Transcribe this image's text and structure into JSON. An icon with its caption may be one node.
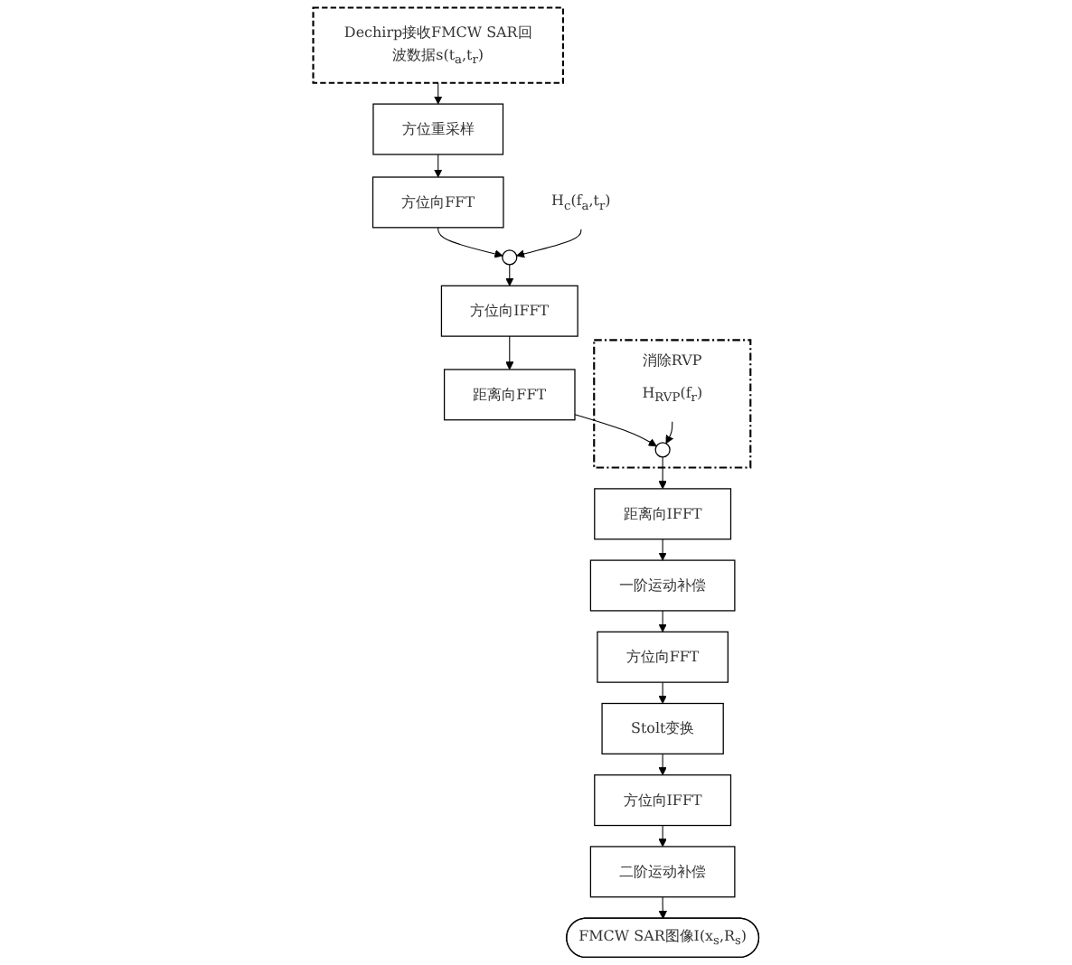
{
  "diagram": {
    "nodes": [
      {
        "text": [
          "Dechirp接收FMCW SAR回波数据s(t$_{a}$,t$_{r}$)"
        ]
      },
      {
        "text": [
          "方位重采样"
        ]
      },
      {
        "text": [
          "方位向FFT"
        ]
      },
      {
        "text": [],
        "shape": "circle"
      },
      {
        "text": [
          "H$_{c}$(f$_{a}$,t$_{r}$)"
        ]
      },
      {
        "text": [
          "方位向IFFT"
        ]
      },
      {
        "text": [
          "距离向FFT"
        ]
      },
      {
        "text": [
          "消除RVP"
        ]
      },
      {
        "text": [],
        "shape": "circle",
        "in": 7
      },
      {
        "text": [
          "H$_{RVP}$(f$_{r}$)"
        ],
        "in": 7
      },
      {
        "text": [
          "距离向IFFT"
        ]
      },
      {
        "text": [
          "一阶运动补偿"
        ]
      },
      {
        "text": [
          "方位向FFT"
        ]
      },
      {
        "text": [
          "Stolt变换"
        ]
      },
      {
        "text": [
          "方位向IFFT"
        ]
      },
      {
        "text": [
          "二阶运动补偿"
        ]
      },
      {
        "text": [
          "FMCW SAR图像I(x$_{s}$,R$_{s}$)"
        ]
      }
    ],
    "edges": [
      {
        "from": 0,
        "to": 1,
        "arrow": "to"
      },
      {
        "from": 1,
        "to": 2,
        "arrow": "to"
      },
      {
        "from": 2,
        "to": 3,
        "arrow": "to"
      },
      {
        "from": 4,
        "to": 3,
        "arrow": "to"
      },
      {
        "from": 3,
        "to": 5,
        "arrow": "to"
      },
      {
        "from": 5,
        "to": 6,
        "arrow": "to"
      },
      {
        "from": 6,
        "to": 8,
        "arrow": "to"
      },
      {
        "from": 9,
        "to": 8,
        "arrow": "to"
      },
      {
        "from": 8,
        "to": 10,
        "arrow": "to"
      },
      {
        "from": 10,
        "to": 11,
        "arrow": "to"
      },
      {
        "from": 11,
        "to": 12,
        "arrow": "to"
      },
      {
        "from": 12,
        "to": 13,
        "arrow": "to"
      },
      {
        "from": 13,
        "to": 14,
        "arrow": "to"
      },
      {
        "from": 14,
        "to": 15,
        "arrow": "to"
      },
      {
        "from": 15,
        "to": 16,
        "arrow": "to"
      }
    ]
  }
}
